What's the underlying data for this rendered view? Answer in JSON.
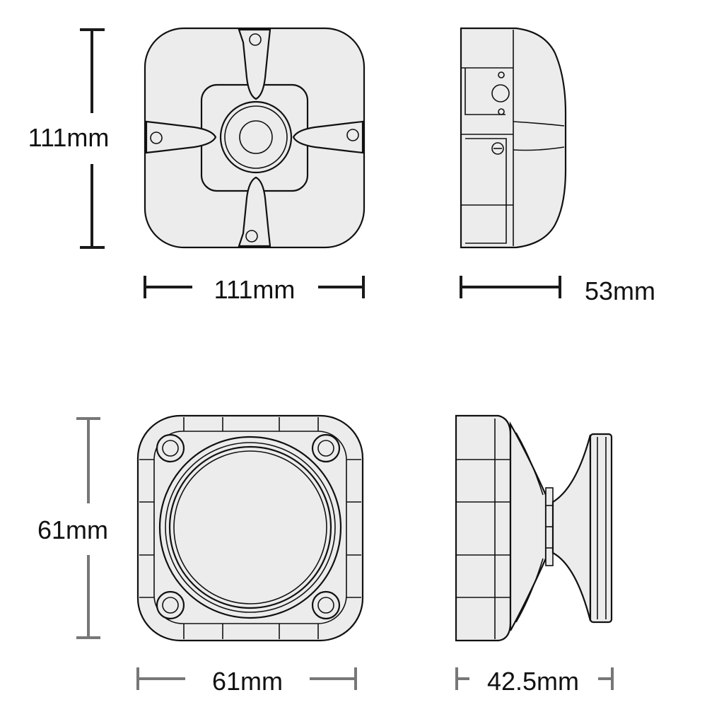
{
  "dimensions": {
    "top_front_height": "111mm",
    "top_front_width": "111mm",
    "top_side_depth": "53mm",
    "bottom_front_height": "61mm",
    "bottom_front_width": "61mm",
    "bottom_side_depth": "42.5mm"
  },
  "colors": {
    "body_fill": "#ececec",
    "outline": "#111111",
    "dimension_dark": "#1a1a1a",
    "dimension_grey": "#777777"
  }
}
